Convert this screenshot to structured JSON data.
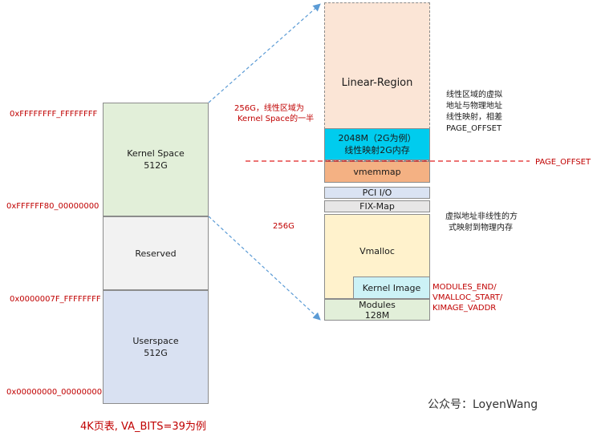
{
  "left_stack": {
    "kernel_space": {
      "line1": "Kernel Space",
      "line2": "512G",
      "color": "#e2efd9"
    },
    "reserved": {
      "label": "Reserved",
      "color": "#f2f2f2"
    },
    "userspace": {
      "line1": "Userspace",
      "line2": "512G",
      "color": "#d9e1f2"
    }
  },
  "addresses": {
    "top": "0xFFFFFFFF_FFFFFFFF",
    "kernel_bottom": "0xFFFFFF80_00000000",
    "user_top": "0x0000007F_FFFFFFFF",
    "bottom": "0x00000000_00000000"
  },
  "caption": "4K页表, VA_BITS=39为例",
  "annotation_256g_half": {
    "line1": "256G，线性区域为",
    "line2": "Kernel Space的一半"
  },
  "annotation_256g": "256G",
  "right_stack": {
    "linear_region": {
      "label": "Linear-Region",
      "color": "#fbe5d6"
    },
    "linear_map": {
      "line1": "2048M（2G为例）",
      "line2": "线性映射2G内存",
      "color": "#00ccee"
    },
    "vmemmap": {
      "label": "vmemmap",
      "color": "#f4b183"
    },
    "pci_io": {
      "label": "PCI I/O",
      "color": "#dae3f3"
    },
    "fix_map": {
      "label": "FIX-Map",
      "color": "#e7e6e6"
    },
    "vmalloc": {
      "label": "Vmalloc",
      "color": "#fff2cc"
    },
    "kernel_image": {
      "label": "Kernel Image",
      "color": "#ccf2f6"
    },
    "modules": {
      "line1": "Modules",
      "line2": "128M",
      "color": "#e2efd9"
    }
  },
  "notes": {
    "linear_note": [
      "线性区域的虚拟",
      "地址与物理地址",
      "线性映射，相差",
      "PAGE_OFFSET"
    ],
    "page_offset": "PAGE_OFFSET",
    "vmalloc_note": [
      "虚拟地址非线性的方",
      "式映射到物理内存"
    ],
    "kimage_note": [
      "MODULES_END/",
      "VMALLOC_START/",
      "KIMAGE_VADDR"
    ]
  },
  "watermark": "公众号：LoyenWang",
  "colors": {
    "red": "#c00000",
    "arrow": "#5b9bd5"
  }
}
